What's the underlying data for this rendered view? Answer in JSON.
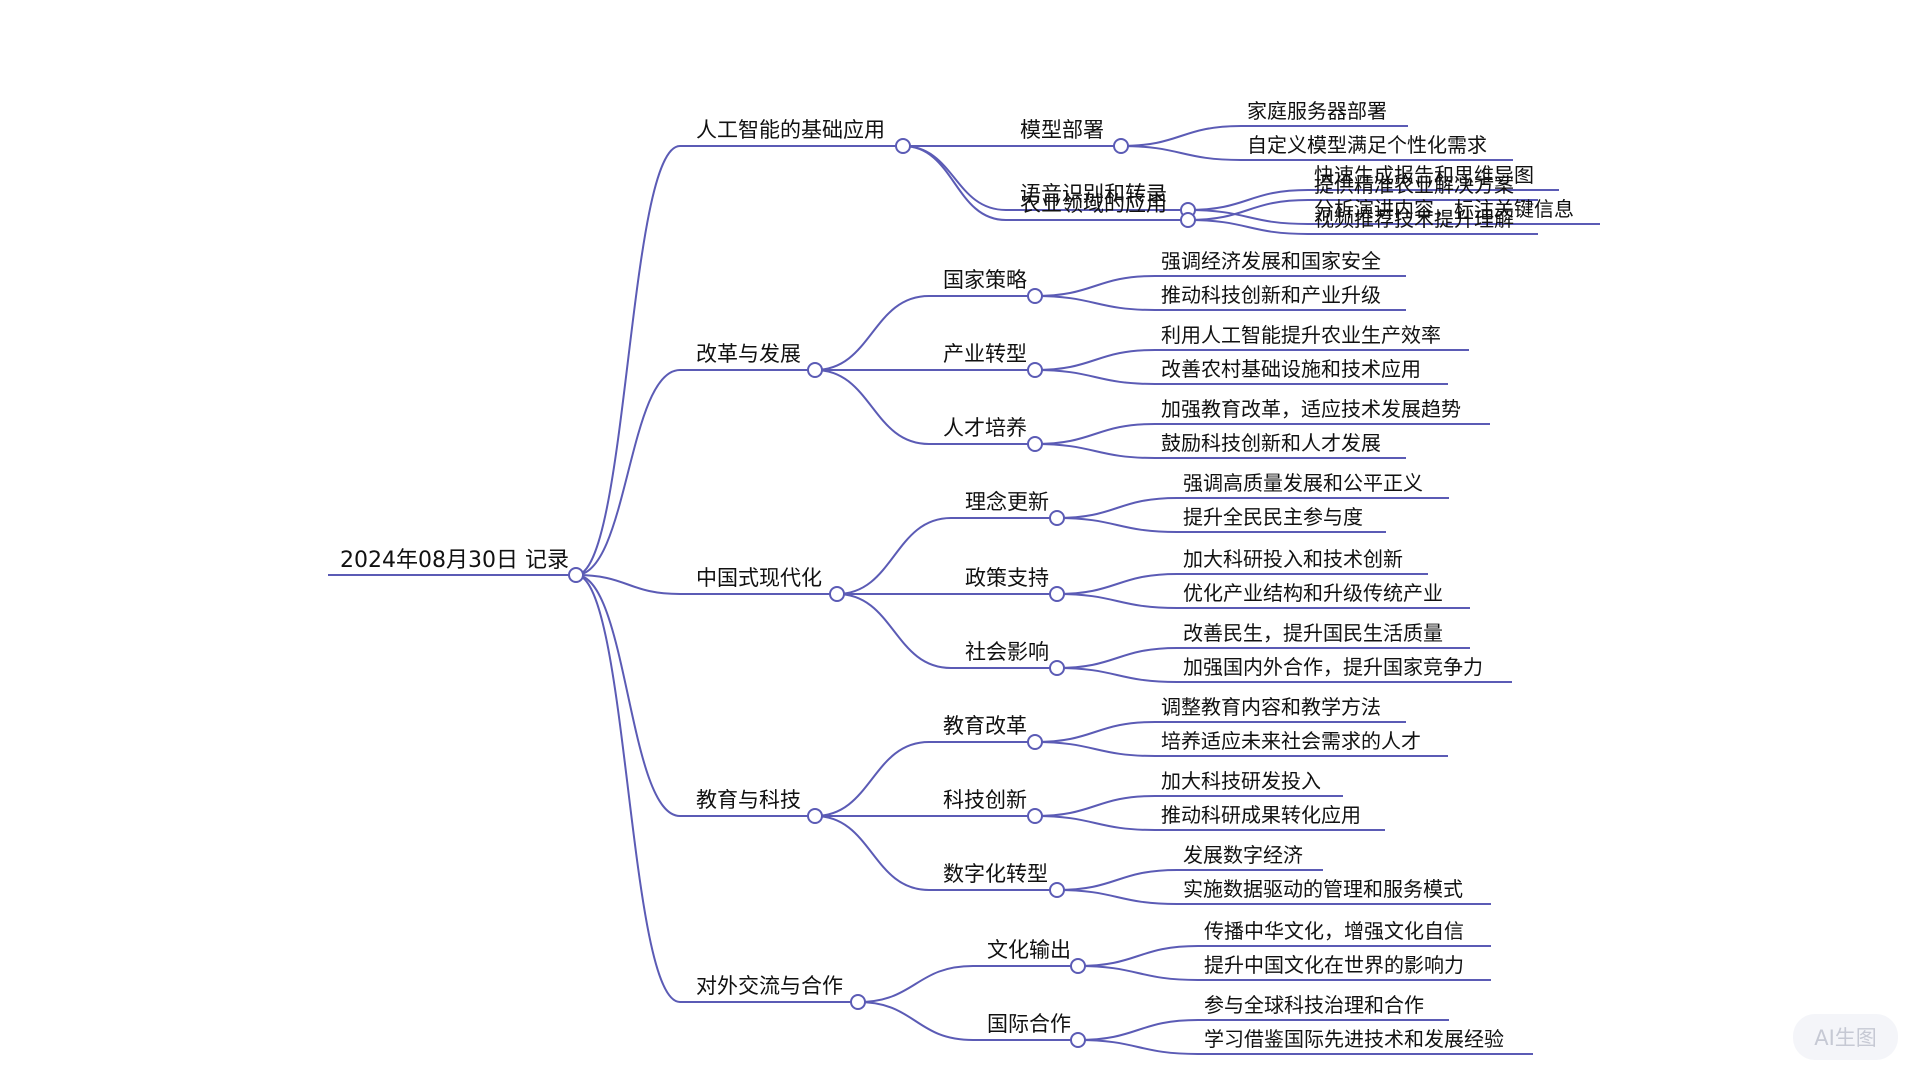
{
  "diagram": {
    "line_color": "#5b5bb5",
    "root": "2024年08月30日 记录",
    "branches": [
      {
        "label": "人工智能的基础应用",
        "children": [
          {
            "label": "语音识别和转录",
            "leaves": [
              "快速生成报告和思维导图",
              "分析演讲内容，标注关键信息"
            ]
          },
          {
            "label": "模型部署",
            "leaves": [
              "家庭服务器部署",
              "自定义模型满足个性化需求"
            ]
          },
          {
            "label": "农业领域的应用",
            "leaves": [
              "提供精准农业解决方案",
              "视频推荐技术提升理解"
            ]
          }
        ]
      },
      {
        "label": "改革与发展",
        "children": [
          {
            "label": "国家策略",
            "leaves": [
              "强调经济发展和国家安全",
              "推动科技创新和产业升级"
            ]
          },
          {
            "label": "产业转型",
            "leaves": [
              "利用人工智能提升农业生产效率",
              "改善农村基础设施和技术应用"
            ]
          },
          {
            "label": "人才培养",
            "leaves": [
              "加强教育改革，适应技术发展趋势",
              "鼓励科技创新和人才发展"
            ]
          }
        ]
      },
      {
        "label": "中国式现代化",
        "children": [
          {
            "label": "理念更新",
            "leaves": [
              "强调高质量发展和公平正义",
              "提升全民民主参与度"
            ]
          },
          {
            "label": "政策支持",
            "leaves": [
              "加大科研投入和技术创新",
              "优化产业结构和升级传统产业"
            ]
          },
          {
            "label": "社会影响",
            "leaves": [
              "改善民生，提升国民生活质量",
              "加强国内外合作，提升国家竞争力"
            ]
          }
        ]
      },
      {
        "label": "教育与科技",
        "children": [
          {
            "label": "教育改革",
            "leaves": [
              "调整教育内容和教学方法",
              "培养适应未来社会需求的人才"
            ]
          },
          {
            "label": "科技创新",
            "leaves": [
              "加大科技研发投入",
              "推动科研成果转化应用"
            ]
          },
          {
            "label": "数字化转型",
            "leaves": [
              "发展数字经济",
              "实施数据驱动的管理和服务模式"
            ]
          }
        ]
      },
      {
        "label": "对外交流与合作",
        "children": [
          {
            "label": "文化输出",
            "leaves": [
              "传播中华文化，增强文化自信",
              "提升中国文化在世界的影响力"
            ]
          },
          {
            "label": "国际合作",
            "leaves": [
              "参与全球科技治理和合作",
              "学习借鉴国际先进技术和发展经验"
            ]
          }
        ]
      }
    ]
  },
  "watermark": "AI生图"
}
